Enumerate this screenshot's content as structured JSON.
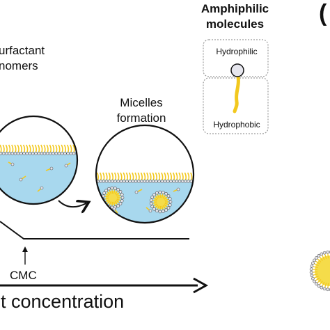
{
  "labels": {
    "surfactant_line1": "urfactant",
    "surfactant_line2": "nomers",
    "micelles_line1": "Micelles",
    "micelles_line2": "formation",
    "amphiphilic_line1": "Amphiphilic",
    "amphiphilic_line2": "molecules",
    "hydrophilic": "Hydrophilic",
    "hydrophobic": "Hydrophobic",
    "cmc": "CMC",
    "concentration": "nt concentration",
    "panel_paren": "("
  },
  "colors": {
    "water": "#a8d8ee",
    "tail": "#f2c81e",
    "micelle_core": "#f5dc4a",
    "head_fill": "#e6e6ee",
    "outline": "#111111",
    "dashed_box": "#9a9a9a"
  },
  "icons": {
    "arrow": "curved-arrow-icon",
    "molecule": "amphiphilic-molecule-icon"
  }
}
